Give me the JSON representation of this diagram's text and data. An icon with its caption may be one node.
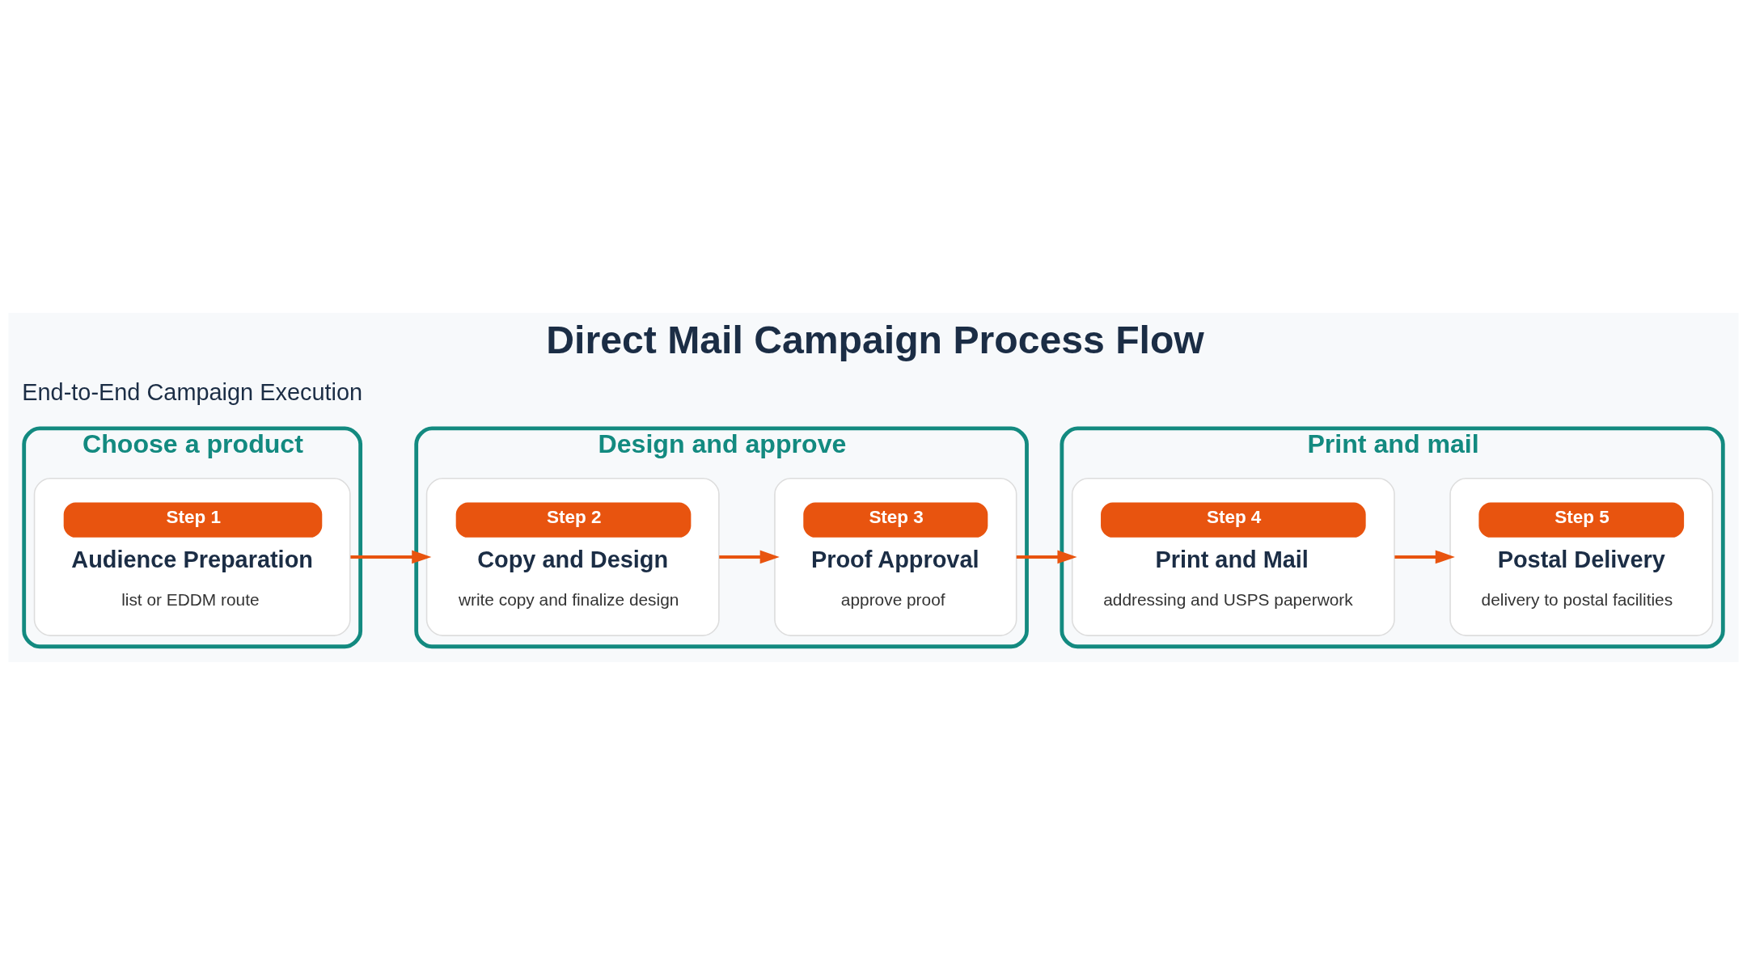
{
  "diagram": {
    "title": "Direct Mail Campaign Process Flow",
    "nodes": [
      {
        "text": [
          "Choose a product"
        ]
      },
      {
        "text": [
          "Step 1",
          "Audience Preparation",
          "list or EDDM route"
        ],
        "in": 0
      },
      {
        "text": [
          "Design and approve"
        ]
      },
      {
        "text": [
          "Step 2",
          "Copy and Design",
          "write copy and finalize design"
        ],
        "in": 2
      },
      {
        "text": [
          "Step 3",
          "Proof Approval",
          "approve proof"
        ],
        "in": 2
      },
      {
        "text": [
          "Print and mail"
        ]
      },
      {
        "text": [
          "Step 4",
          "Print and Mail",
          "addressing and USPS paperwork"
        ],
        "in": 5
      },
      {
        "text": [
          "Step 5",
          "Postal Delivery",
          "delivery to postal facilities"
        ],
        "in": 5
      }
    ],
    "edges": [
      {
        "from": 1,
        "to": 3,
        "arrow": "to"
      },
      {
        "from": 3,
        "to": 4,
        "arrow": "to"
      },
      {
        "from": 4,
        "to": 6,
        "arrow": "to"
      },
      {
        "from": 6,
        "to": 7,
        "arrow": "to"
      }
    ],
    "labels": [
      "End-to-End Campaign Execution"
    ]
  }
}
